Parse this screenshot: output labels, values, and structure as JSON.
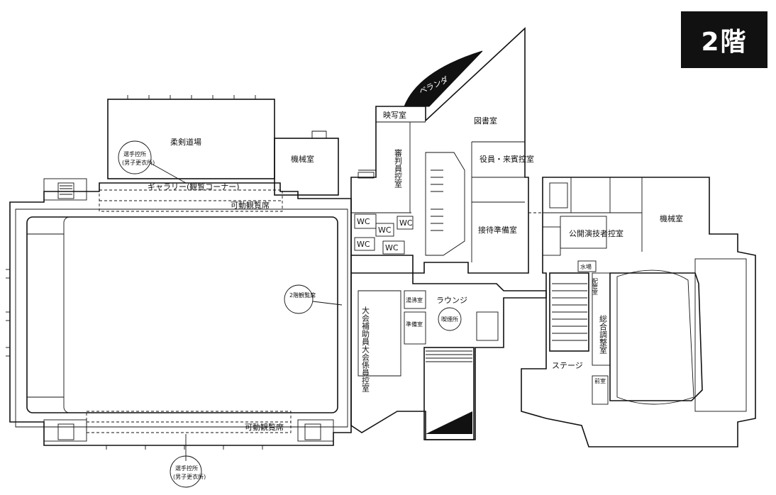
{
  "floor_label": "2階",
  "rooms": {
    "judo_hall": "柔剣道場",
    "player_waiting_top": "選手控所",
    "player_waiting_top_note": "(男子更衣所)",
    "machine_room_1": "機械室",
    "gallery": "ギャラリー(観覧コーナー)",
    "movable_seats_top": "可動観覧席",
    "movable_seats_bottom": "可動観覧席",
    "spectator_seats_2f": "2階観覧席",
    "player_waiting_bottom": "選手控所",
    "player_waiting_bottom_note": "(男子更衣所)",
    "projection_room": "映写室",
    "veranda": "ベランダ",
    "library": "図書室",
    "referee_room": "審判員控室",
    "officials_room": "役員・来賓控室",
    "reception_prep_room": "接待準備室",
    "wc": "WC",
    "lounge": "ラウンジ",
    "smoking": "喫煙所",
    "staff_room": "大会補助員大会係員控室",
    "hot_water": "湯沸室",
    "prep_room": "準備室",
    "performers_room": "公開演技者控室",
    "machine_room_2": "機械室",
    "control_room": "総合調整室",
    "stage": "ステージ",
    "water": "水場",
    "pipe_room": "配管室",
    "prep_small": "前室"
  }
}
